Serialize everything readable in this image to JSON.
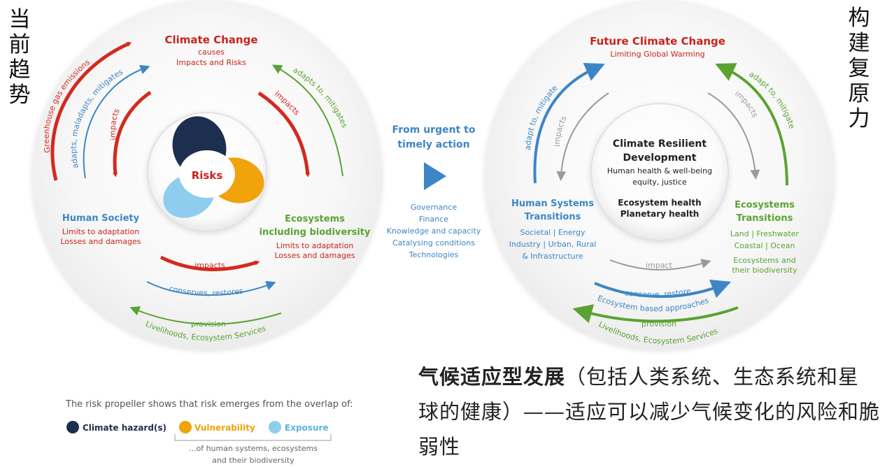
{
  "left_title": "当前趋势",
  "right_title": "构建复原力",
  "left_circle": {
    "top_heading": "Climate Change",
    "top_sub1": "causes",
    "top_sub2": "Impacts and Risks",
    "center_label": "Risks",
    "human_heading": "Human Society",
    "human_sub1": "Limits to adaptation",
    "human_sub2": "Losses and damages",
    "eco_heading1": "Ecosystems",
    "eco_heading2": "including biodiversity",
    "eco_sub1": "Limits to adaptation",
    "eco_sub2": "Losses and damages",
    "arrow_ghg": "Greenhouse gas emissions",
    "arrow_adapts": "adapts, maladapts, mitigates",
    "arrow_impacts_left": "impacts",
    "arrow_impacts_right": "impacts",
    "arrow_adapts_to": "adapts to, mitigates",
    "arrow_impacts_bottom": "impacts",
    "arrow_conserves": "conserves, restores",
    "arrow_provision": "provision",
    "arrow_livelihoods": "Livelihoods, Ecosystem Services"
  },
  "middle": {
    "heading1": "From urgent to",
    "heading2": "timely action",
    "items": [
      "Governance",
      "Finance",
      "Knowledge and capacity",
      "Catalysing conditions",
      "Technologies"
    ]
  },
  "right_circle": {
    "top_heading": "Future Climate Change",
    "top_sub": "Limiting Global Warming",
    "center_heading1": "Climate Resilient",
    "center_heading2": "Development",
    "center_line1": "Human health & well-being",
    "center_line2": "equity, justice",
    "center_line3": "Ecosystem health",
    "center_line4": "Planetary health",
    "human_heading1": "Human Systems",
    "human_heading2": "Transitions",
    "human_sub1": "Societal | Energy",
    "human_sub2": "Industry | Urban, Rural",
    "human_sub3": "& Infrastructure",
    "eco_heading1": "Ecosystems",
    "eco_heading2": "Transitions",
    "eco_sub1": "Land | Freshwater",
    "eco_sub2": "Coastal | Ocean",
    "eco_sub3": "Ecosystems and",
    "eco_sub4": "their biodiversity",
    "arrow_adapt_mitigate_left": "adapt to, mitigate",
    "arrow_impacts_left": "impacts",
    "arrow_impacts_right": "impacts",
    "arrow_adapt_mitigate_right": "adapt to, mitigate",
    "arrow_impact_bottom": "impact",
    "arrow_conserve": "conserve, restore",
    "arrow_eba": "Ecosystem based approaches",
    "arrow_provision": "provision",
    "arrow_livelihoods": "Livelihoods, Ecosystem Services"
  },
  "legend": {
    "intro": "The risk propeller shows that risk emerges from the overlap of:",
    "hazard": "Climate hazard(s)",
    "vulnerability": "Vulnerability",
    "exposure": "Exposure",
    "note1": "...of human systems, ecosystems",
    "note2": "and their biodiversity"
  },
  "summary": {
    "bold": "气候适应型发展",
    "rest": "（包括人类系统、生态系统和星球的健康）——适应可以减少气候变化的风险和脆弱性"
  },
  "colors": {
    "red": "#d42a20",
    "blue": "#3d86c6",
    "green": "#5aa332",
    "grey": "#9a9a9a",
    "navy": "#1c2f4e",
    "orange": "#f0a30a",
    "lightblue": "#8ecdee"
  }
}
